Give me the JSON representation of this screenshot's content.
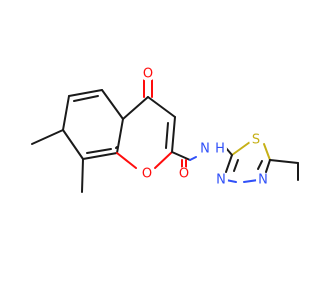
{
  "atoms": [
    {
      "id": "o_keto",
      "label": "O",
      "color": "#ff0d0d"
    },
    {
      "id": "o_ring",
      "label": "O",
      "color": "#ff0d0d"
    },
    {
      "id": "o_amide",
      "label": "O",
      "color": "#ff0d0d"
    },
    {
      "id": "n_amide",
      "label": "N",
      "color": "#3050f8"
    },
    {
      "id": "h_amide",
      "label": "H",
      "color": "#3050f8"
    },
    {
      "id": "s_ring",
      "label": "S",
      "color": "#c6b017"
    },
    {
      "id": "n_ring1",
      "label": "N",
      "color": "#3050f8"
    },
    {
      "id": "n_ring2",
      "label": "N",
      "color": "#3050f8"
    }
  ]
}
